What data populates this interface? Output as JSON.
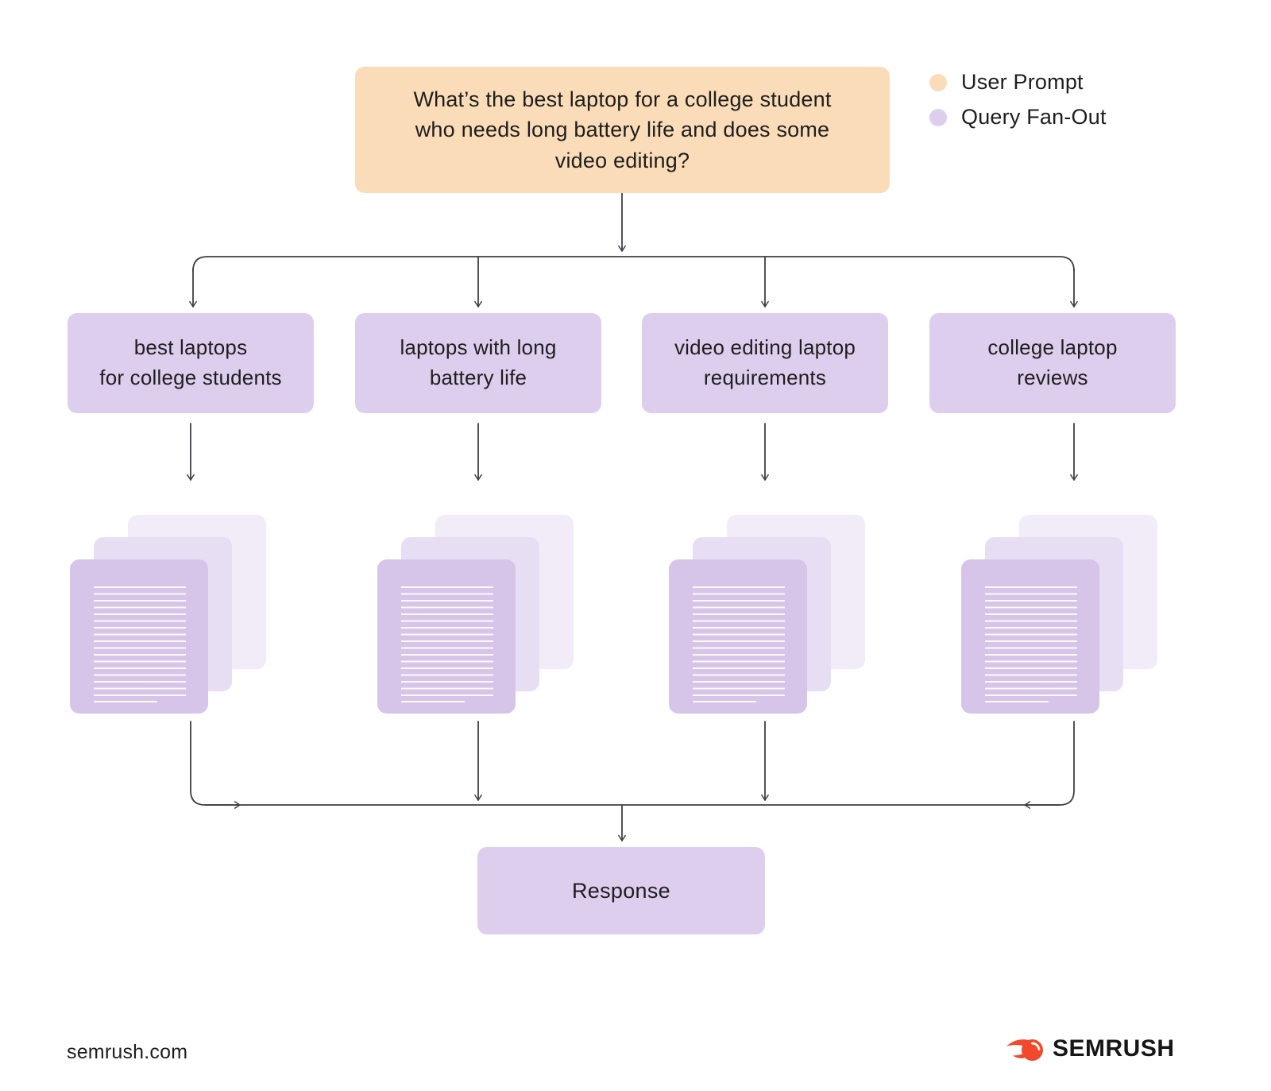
{
  "colors": {
    "peach": "#FBDCB8",
    "purple": "#DDCEEE",
    "doc_front": "#D6C5E9",
    "doc_mid": "#E7DEF4",
    "doc_back": "#F1ECF8",
    "arrow": "#3E3E46",
    "text": "#1E1E1E",
    "brand_orange": "#F1492B"
  },
  "prompt": {
    "text": "What’s the best laptop for a college student\nwho needs long battery life and does some\nvideo editing?"
  },
  "legend": {
    "items": [
      {
        "label": "User Prompt",
        "color": "#FBDCB8"
      },
      {
        "label": "Query Fan-Out",
        "color": "#DDCEEE"
      }
    ]
  },
  "queries": [
    {
      "label": "best laptops\nfor college students"
    },
    {
      "label": "laptops with long\nbattery life"
    },
    {
      "label": "video editing laptop\nrequirements"
    },
    {
      "label": "college laptop\nreviews"
    }
  ],
  "response": {
    "label": "Response"
  },
  "footer": {
    "site": "semrush.com",
    "brand": "SEMRUSH"
  }
}
